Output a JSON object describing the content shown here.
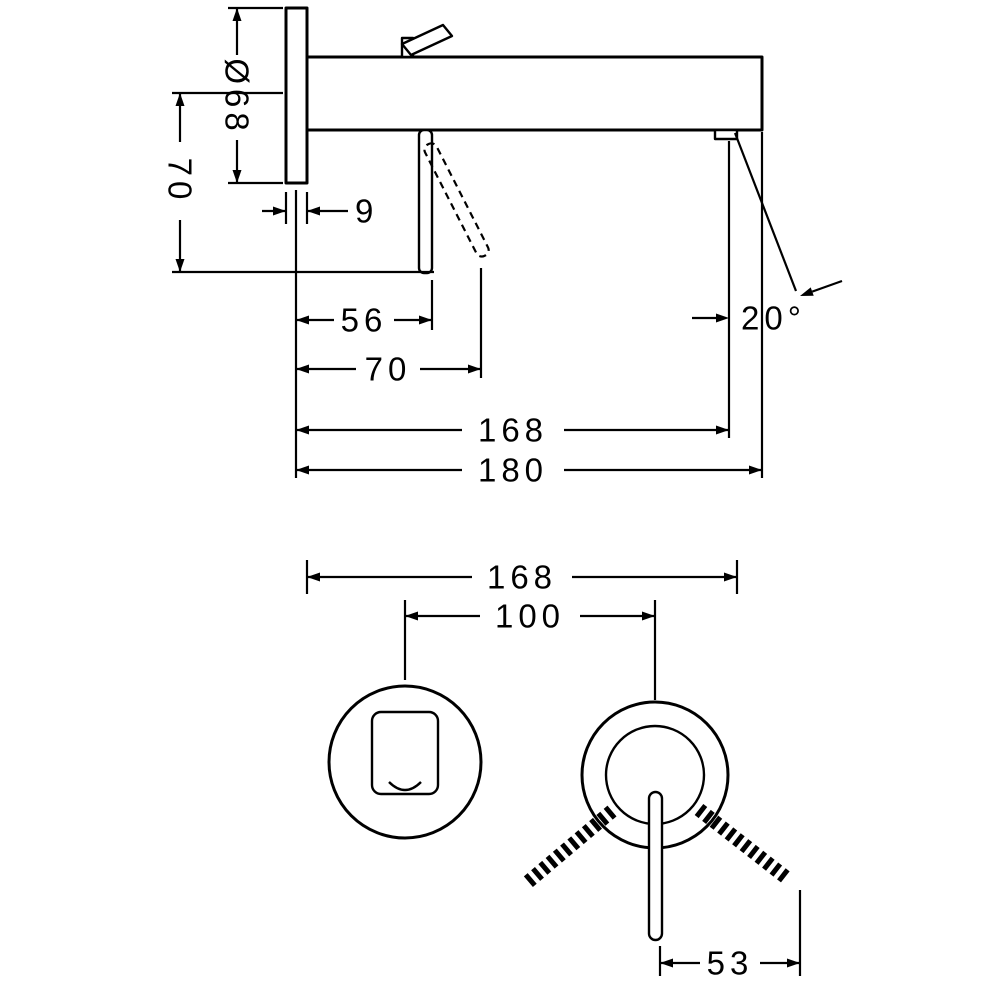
{
  "drawing": {
    "side_view": {
      "plate_diameter": "Ø68",
      "handle_drop": "70",
      "plate_depth": "9",
      "handle_distance": "56",
      "lever_reach": "70",
      "outlet_distance": "168",
      "total_projection": "180",
      "stream_angle": "20°"
    },
    "front_view": {
      "overall_width": "168",
      "center_distance": "100",
      "lever_length": "53"
    }
  }
}
